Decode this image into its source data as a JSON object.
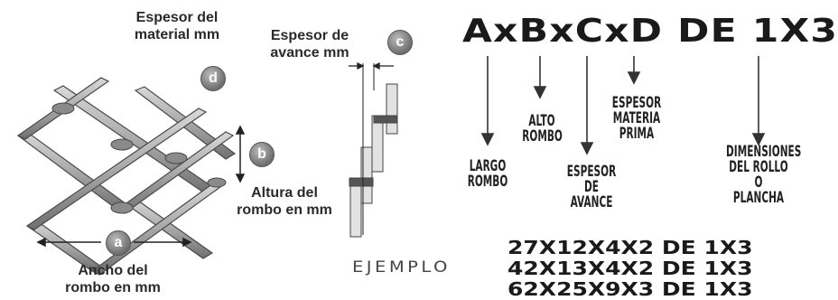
{
  "labels": {
    "material_thickness": "Espesor del\nmaterial mm",
    "advance_thickness": "Espesor de\navance mm",
    "rhombus_height": "Altura del\nrombo en mm",
    "rhombus_width": "Ancho del\nrombo en mm"
  },
  "badges": {
    "a": "a",
    "b": "b",
    "c": "c",
    "d": "d"
  },
  "formula": "AxBxCxD DE 1X3",
  "parts": {
    "largo": "LARGO\nROMBO",
    "alto": "ALTO\nROMBO",
    "avance": "ESPESOR\nDE AVANCE",
    "materia": "ESPESOR\nMATERIA\nPRIMA",
    "dimensiones": "DIMENSIONES\nDEL ROLLO O\nPLANCHA"
  },
  "example_label": "EJEMPLO",
  "examples": [
    "27X12X4X2 DE 1X3",
    "42X13X4X2 DE 1X3",
    "62X25X9X3 DE 1X3"
  ]
}
